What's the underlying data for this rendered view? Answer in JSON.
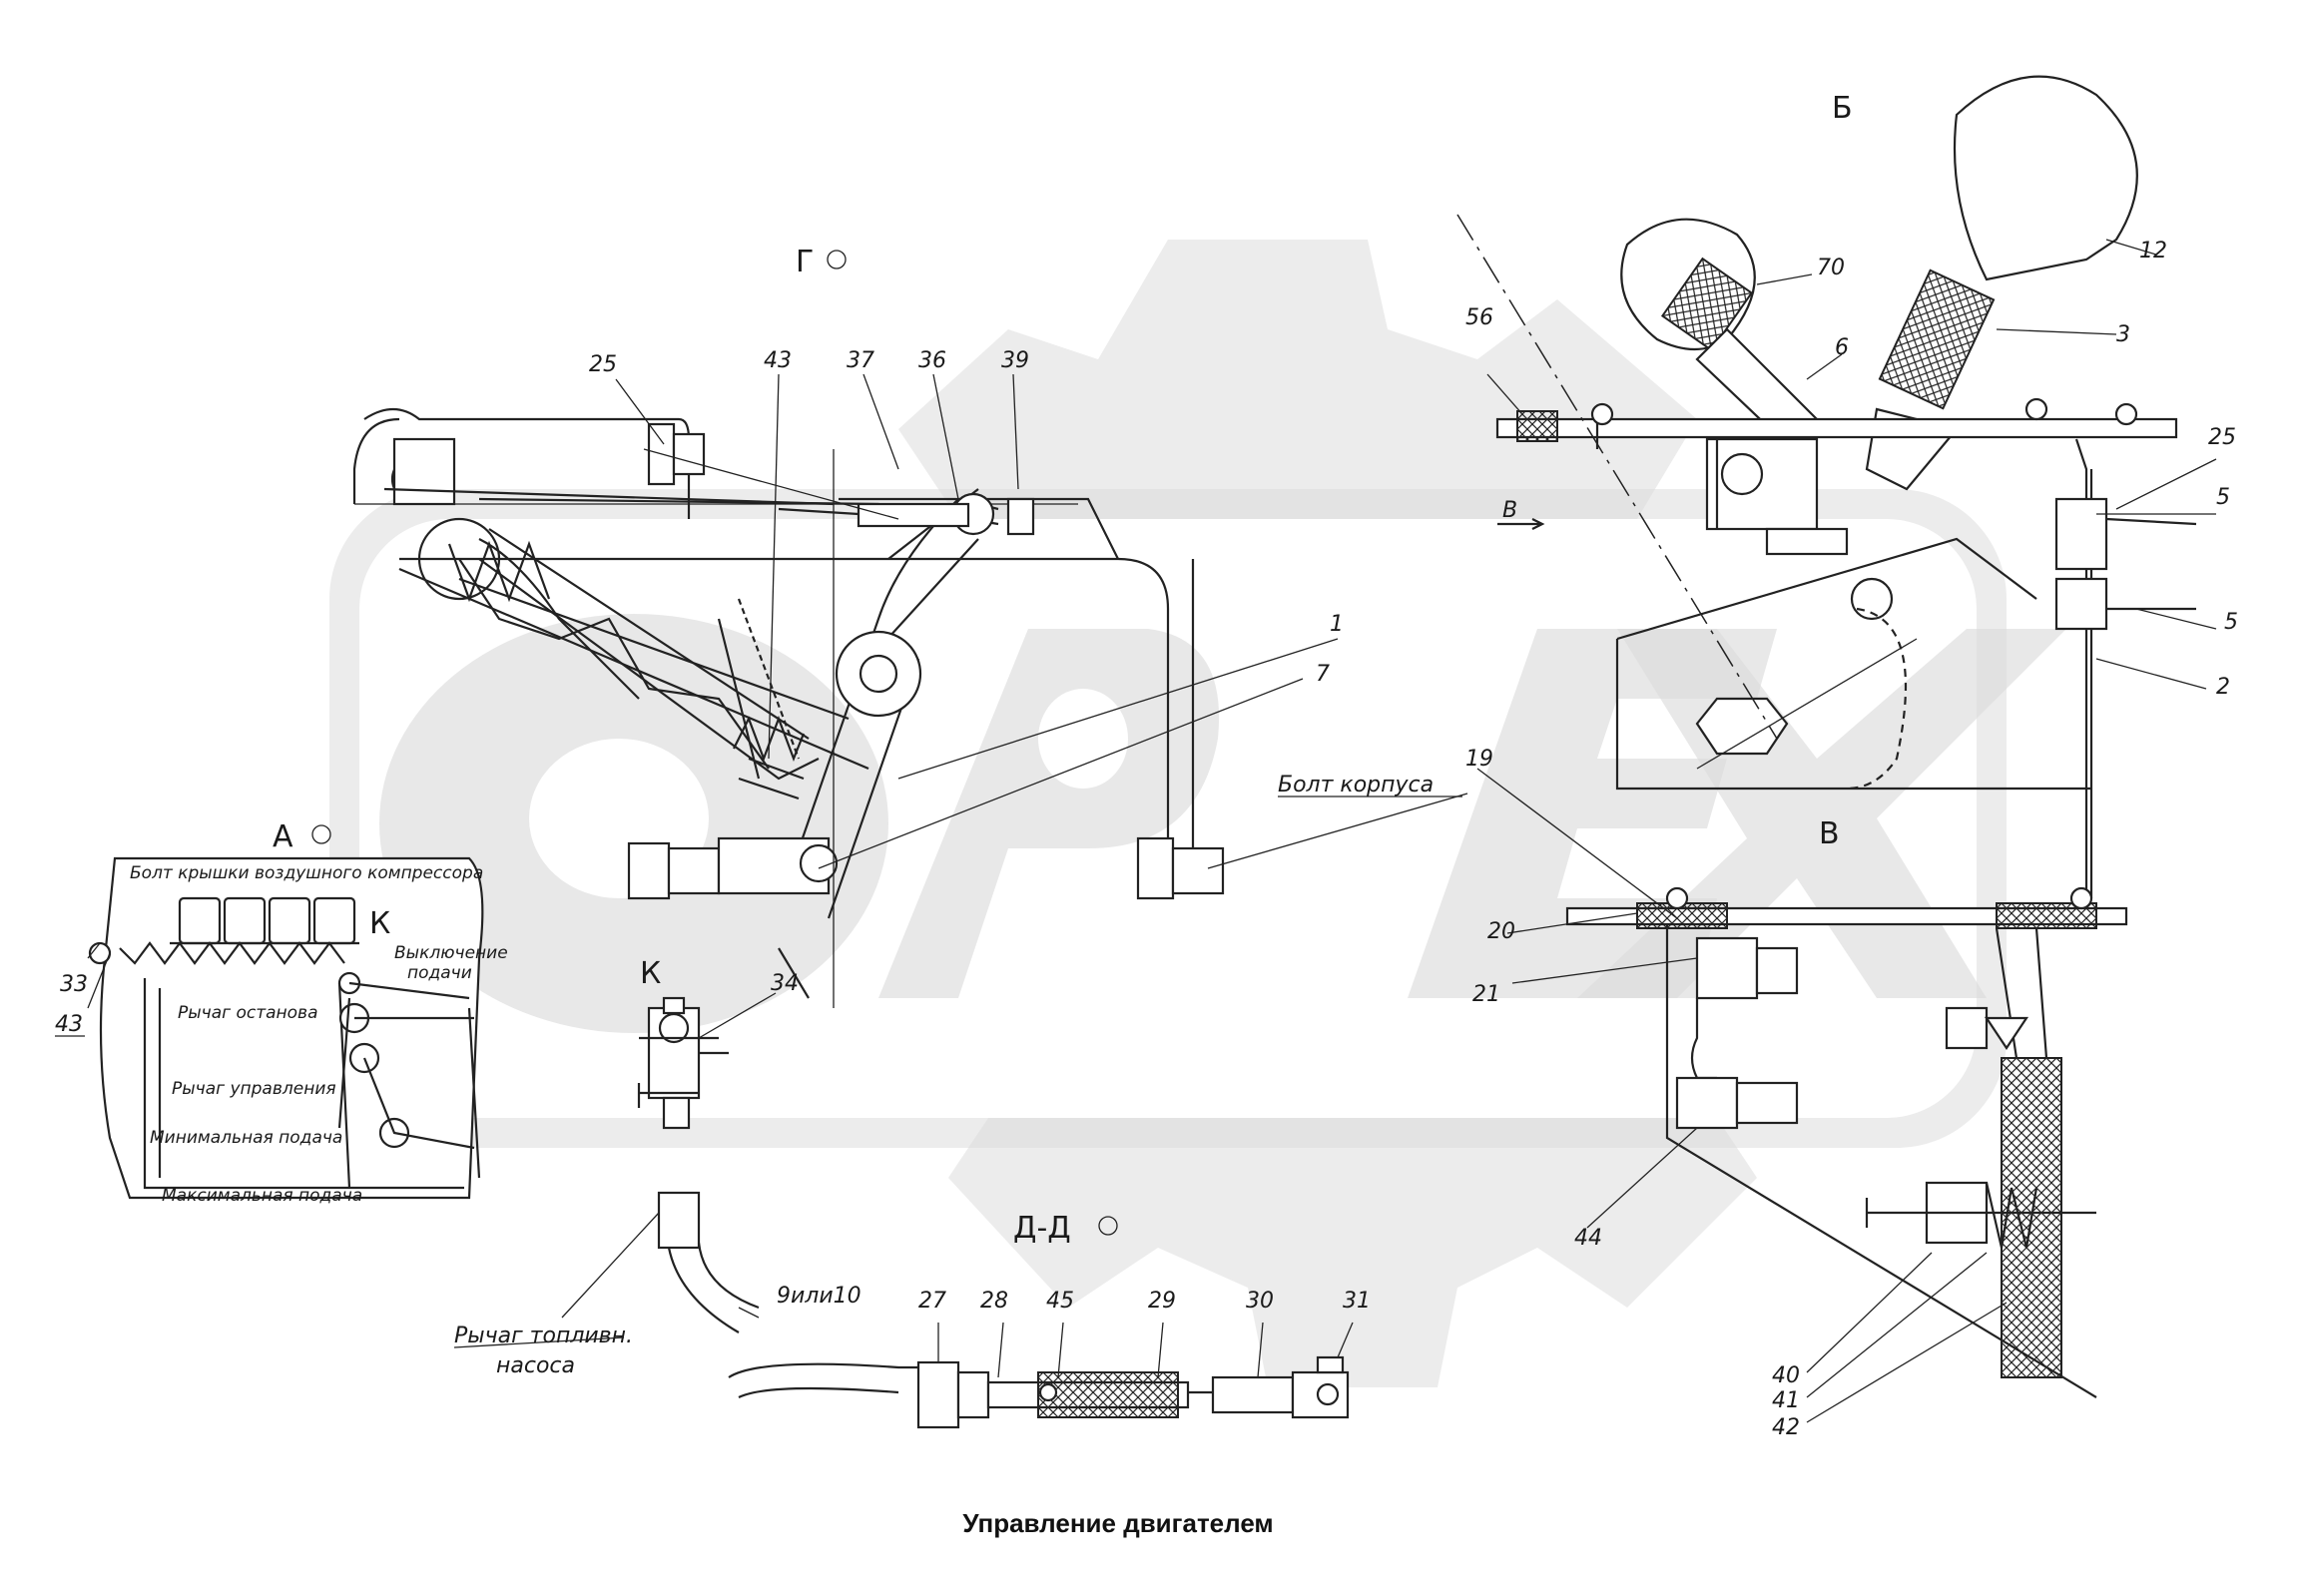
{
  "caption": "Управление двигателем",
  "view_labels": {
    "g": "Г",
    "b": "Б",
    "a": "А",
    "k_top": "К",
    "k_bottom": "К",
    "v_arrow": "В",
    "v_view": "В",
    "dd": "Д-Д"
  },
  "callouts": {
    "p25a": "25",
    "p43a": "43",
    "p37": "37",
    "p36": "36",
    "p39": "39",
    "p1": "1",
    "p7": "7",
    "p34": "34",
    "p56": "56",
    "p70": "70",
    "p6": "6",
    "p12": "12",
    "p3": "3",
    "p25b": "25",
    "p5a": "5",
    "p5b": "5",
    "p2": "2",
    "p19": "19",
    "p20": "20",
    "p21": "21",
    "p44": "44",
    "p33": "33",
    "p43b": "43",
    "p9or10": "9или10",
    "p27": "27",
    "p28": "28",
    "p45": "45",
    "p29": "29",
    "p30": "30",
    "p31": "31",
    "p40": "40",
    "p41": "41",
    "p42": "42"
  },
  "annotations": {
    "housing_bolt": "Болт корпуса",
    "compressor_bolt": "Болт крышки воздушного компрессора",
    "supply_off_1": "Выключение",
    "supply_off_2": "подачи",
    "stop_lever": "Рычаг останова",
    "control_lever": "Рычаг управления",
    "min_supply": "Минимальная подача",
    "max_supply": "Максимальная подача",
    "fuel_pump_lever_1": "Рычаг топливн.",
    "fuel_pump_lever_2": "насоса"
  }
}
